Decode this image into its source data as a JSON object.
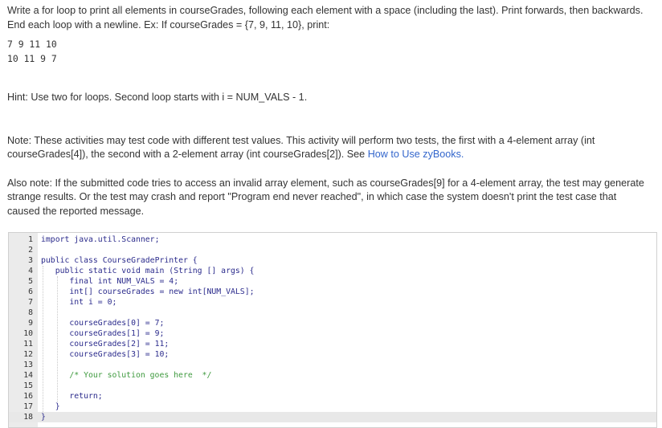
{
  "prompt": {
    "intro": "Write a for loop to print all elements in courseGrades, following each element with a space (including the last). Print forwards, then backwards. End each loop with a newline. Ex: If courseGrades = {7, 9, 11, 10}, print:",
    "sample_forward": "7 9 11 10",
    "sample_backward": "10 11 9 7",
    "hint": "Hint: Use two for loops. Second loop starts with i = NUM_VALS - 1.",
    "note": "Note: These activities may test code with different test values. This activity will perform two tests, the first with a 4-element array (int courseGrades[4]), the second with a 2-element array (int courseGrades[2]). See",
    "link_text": "How to Use zyBooks.",
    "also_note": "Also note: If the submitted code tries to access an invalid array element, such as courseGrades[9] for a 4-element array, the test may generate strange results. Or the test may crash and report \"Program end never reached\", in which case the system doesn't print the test case that caused the reported message."
  },
  "editor": {
    "lines": [
      {
        "num": "1",
        "code": "import java.util.Scanner;"
      },
      {
        "num": "2",
        "code": ""
      },
      {
        "num": "3",
        "code": "public class CourseGradePrinter {"
      },
      {
        "num": "4",
        "code": "   public static void main (String [] args) {"
      },
      {
        "num": "5",
        "code": "      final int NUM_VALS = 4;"
      },
      {
        "num": "6",
        "code": "      int[] courseGrades = new int[NUM_VALS];"
      },
      {
        "num": "7",
        "code": "      int i = 0;"
      },
      {
        "num": "8",
        "code": ""
      },
      {
        "num": "9",
        "code": "      courseGrades[0] = 7;"
      },
      {
        "num": "10",
        "code": "      courseGrades[1] = 9;"
      },
      {
        "num": "11",
        "code": "      courseGrades[2] = 11;"
      },
      {
        "num": "12",
        "code": "      courseGrades[3] = 10;"
      },
      {
        "num": "13",
        "code": ""
      },
      {
        "num": "14",
        "code": "      /* Your solution goes here  */"
      },
      {
        "num": "15",
        "code": ""
      },
      {
        "num": "16",
        "code": "      return;"
      },
      {
        "num": "17",
        "code": "   }"
      },
      {
        "num": "18",
        "code": "}"
      }
    ]
  },
  "colors": {
    "link": "#3366cc",
    "keyword": "#2b2b8c",
    "comment": "#3f9a3f",
    "gutter": "#ebebeb"
  }
}
